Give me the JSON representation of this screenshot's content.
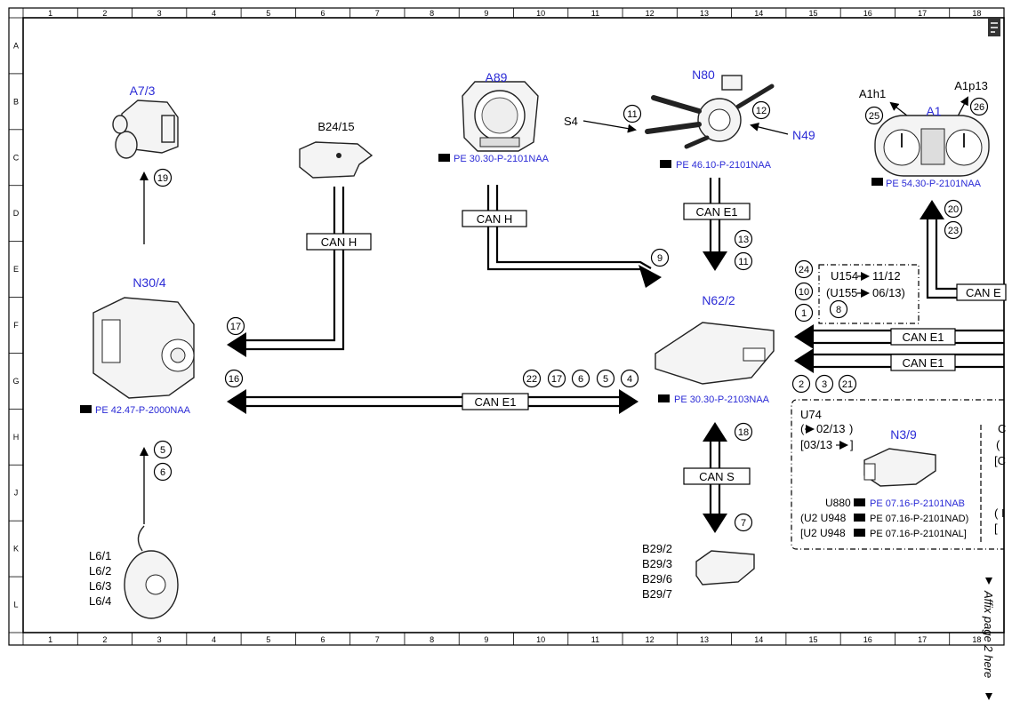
{
  "grid": {
    "cols": [
      "1",
      "2",
      "3",
      "4",
      "5",
      "6",
      "7",
      "8",
      "9",
      "10",
      "11",
      "12",
      "13",
      "14",
      "15",
      "16",
      "17",
      "18"
    ],
    "rows": [
      "A",
      "B",
      "C",
      "D",
      "E",
      "F",
      "G",
      "H",
      "J",
      "K",
      "L"
    ]
  },
  "components": {
    "a7_3": "A7/3",
    "a89": "A89",
    "n80": "N80",
    "a1": "A1",
    "a1h1": "A1h1",
    "a1p13": "A1p13",
    "b24_15": "B24/15",
    "s4": "S4",
    "n49": "N49",
    "n30_4": "N30/4",
    "n62_2": "N62/2",
    "n3_9": "N3/9",
    "l6": [
      "L6/1",
      "L6/2",
      "L6/3",
      "L6/4"
    ],
    "b29": [
      "B29/2",
      "B29/3",
      "B29/6",
      "B29/7"
    ]
  },
  "refs": {
    "a89": "PE 30.30-P-2101NAA",
    "n80": "PE 46.10-P-2101NAA",
    "a1": "PE 54.30-P-2101NAA",
    "n30_4": "PE 42.47-P-2000NAA",
    "n62_2": "PE 30.30-P-2103NAA",
    "n3_9_a": "PE 07.16-P-2101NAB",
    "n3_9_b": "PE 07.16-P-2101NAD)",
    "n3_9_c": "PE 07.16-P-2101NAL]"
  },
  "bus_labels": {
    "can_h_1": "CAN H",
    "can_h_2": "CAN H",
    "can_e1_n80": "CAN E1",
    "can_e1_main": "CAN E1",
    "can_e1_a1": "CAN E",
    "can_e1_r1": "CAN E1",
    "can_e1_r2": "CAN E1",
    "can_s": "CAN S"
  },
  "circles": [
    "1",
    "2",
    "3",
    "4",
    "5",
    "5",
    "6",
    "6",
    "7",
    "8",
    "9",
    "10",
    "11",
    "11",
    "12",
    "13",
    "16",
    "17",
    "17",
    "18",
    "19",
    "20",
    "21",
    "22",
    "23",
    "24",
    "25",
    "26"
  ],
  "notes": {
    "u154": "U154",
    "u154_val": "11/12",
    "u155": "(U155",
    "u155_val": "06/13)",
    "u74": "U74",
    "u74_a_open": "(",
    "u74_a_val": "02/13",
    "u74_a_close": ")",
    "u74_b": "[03/13",
    "u74_b_close": "]",
    "u880": "U880",
    "u2_a": "(U2  U948",
    "u2_b": "[U2  U948",
    "frag_c": "C",
    "frag_paren": "(",
    "frag_bracket": "[C",
    "frag_i": "( I",
    "frag_bracket2": "[",
    "affix": "Affix page 2 here"
  }
}
